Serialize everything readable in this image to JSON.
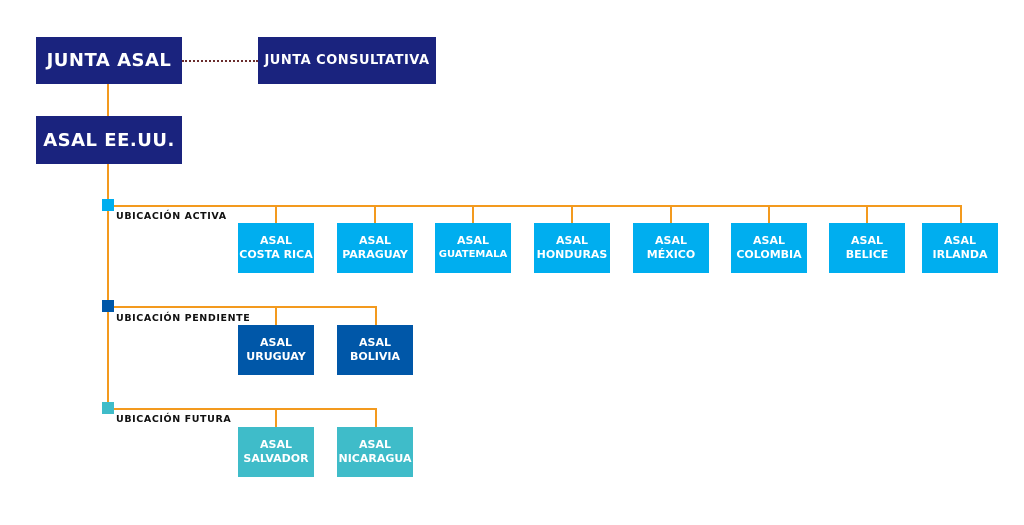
{
  "colors": {
    "main": "#1a237e",
    "active": "#00aeef",
    "pending": "#0057a8",
    "future": "#3fbcc9",
    "connector": "#f39a1e"
  },
  "board": {
    "label": "JUNTA ASAL"
  },
  "advisory": {
    "label": "JUNTA CONSULTATIVA"
  },
  "hq": {
    "label": "ASAL EE.UU."
  },
  "active": {
    "label": "UBICACIÓN ACTIVA",
    "nodes": [
      {
        "l1": "ASAL",
        "l2": "COSTA RICA"
      },
      {
        "l1": "ASAL",
        "l2": "PARAGUAY"
      },
      {
        "l1": "ASAL",
        "l2": "GUATEMALA"
      },
      {
        "l1": "ASAL",
        "l2": "HONDURAS"
      },
      {
        "l1": "ASAL",
        "l2": "MÉXICO"
      },
      {
        "l1": "ASAL",
        "l2": "COLOMBIA"
      },
      {
        "l1": "ASAL",
        "l2": "BELICE"
      },
      {
        "l1": "ASAL",
        "l2": "IRLANDA"
      }
    ]
  },
  "pending": {
    "label": "UBICACIÓN PENDIENTE",
    "nodes": [
      {
        "l1": "ASAL",
        "l2": "URUGUAY"
      },
      {
        "l1": "ASAL",
        "l2": "BOLIVIA"
      }
    ]
  },
  "future": {
    "label": "UBICACIÓN FUTURA",
    "nodes": [
      {
        "l1": "ASAL",
        "l2": "SALVADOR"
      },
      {
        "l1": "ASAL",
        "l2": "NICARAGUA"
      }
    ]
  }
}
